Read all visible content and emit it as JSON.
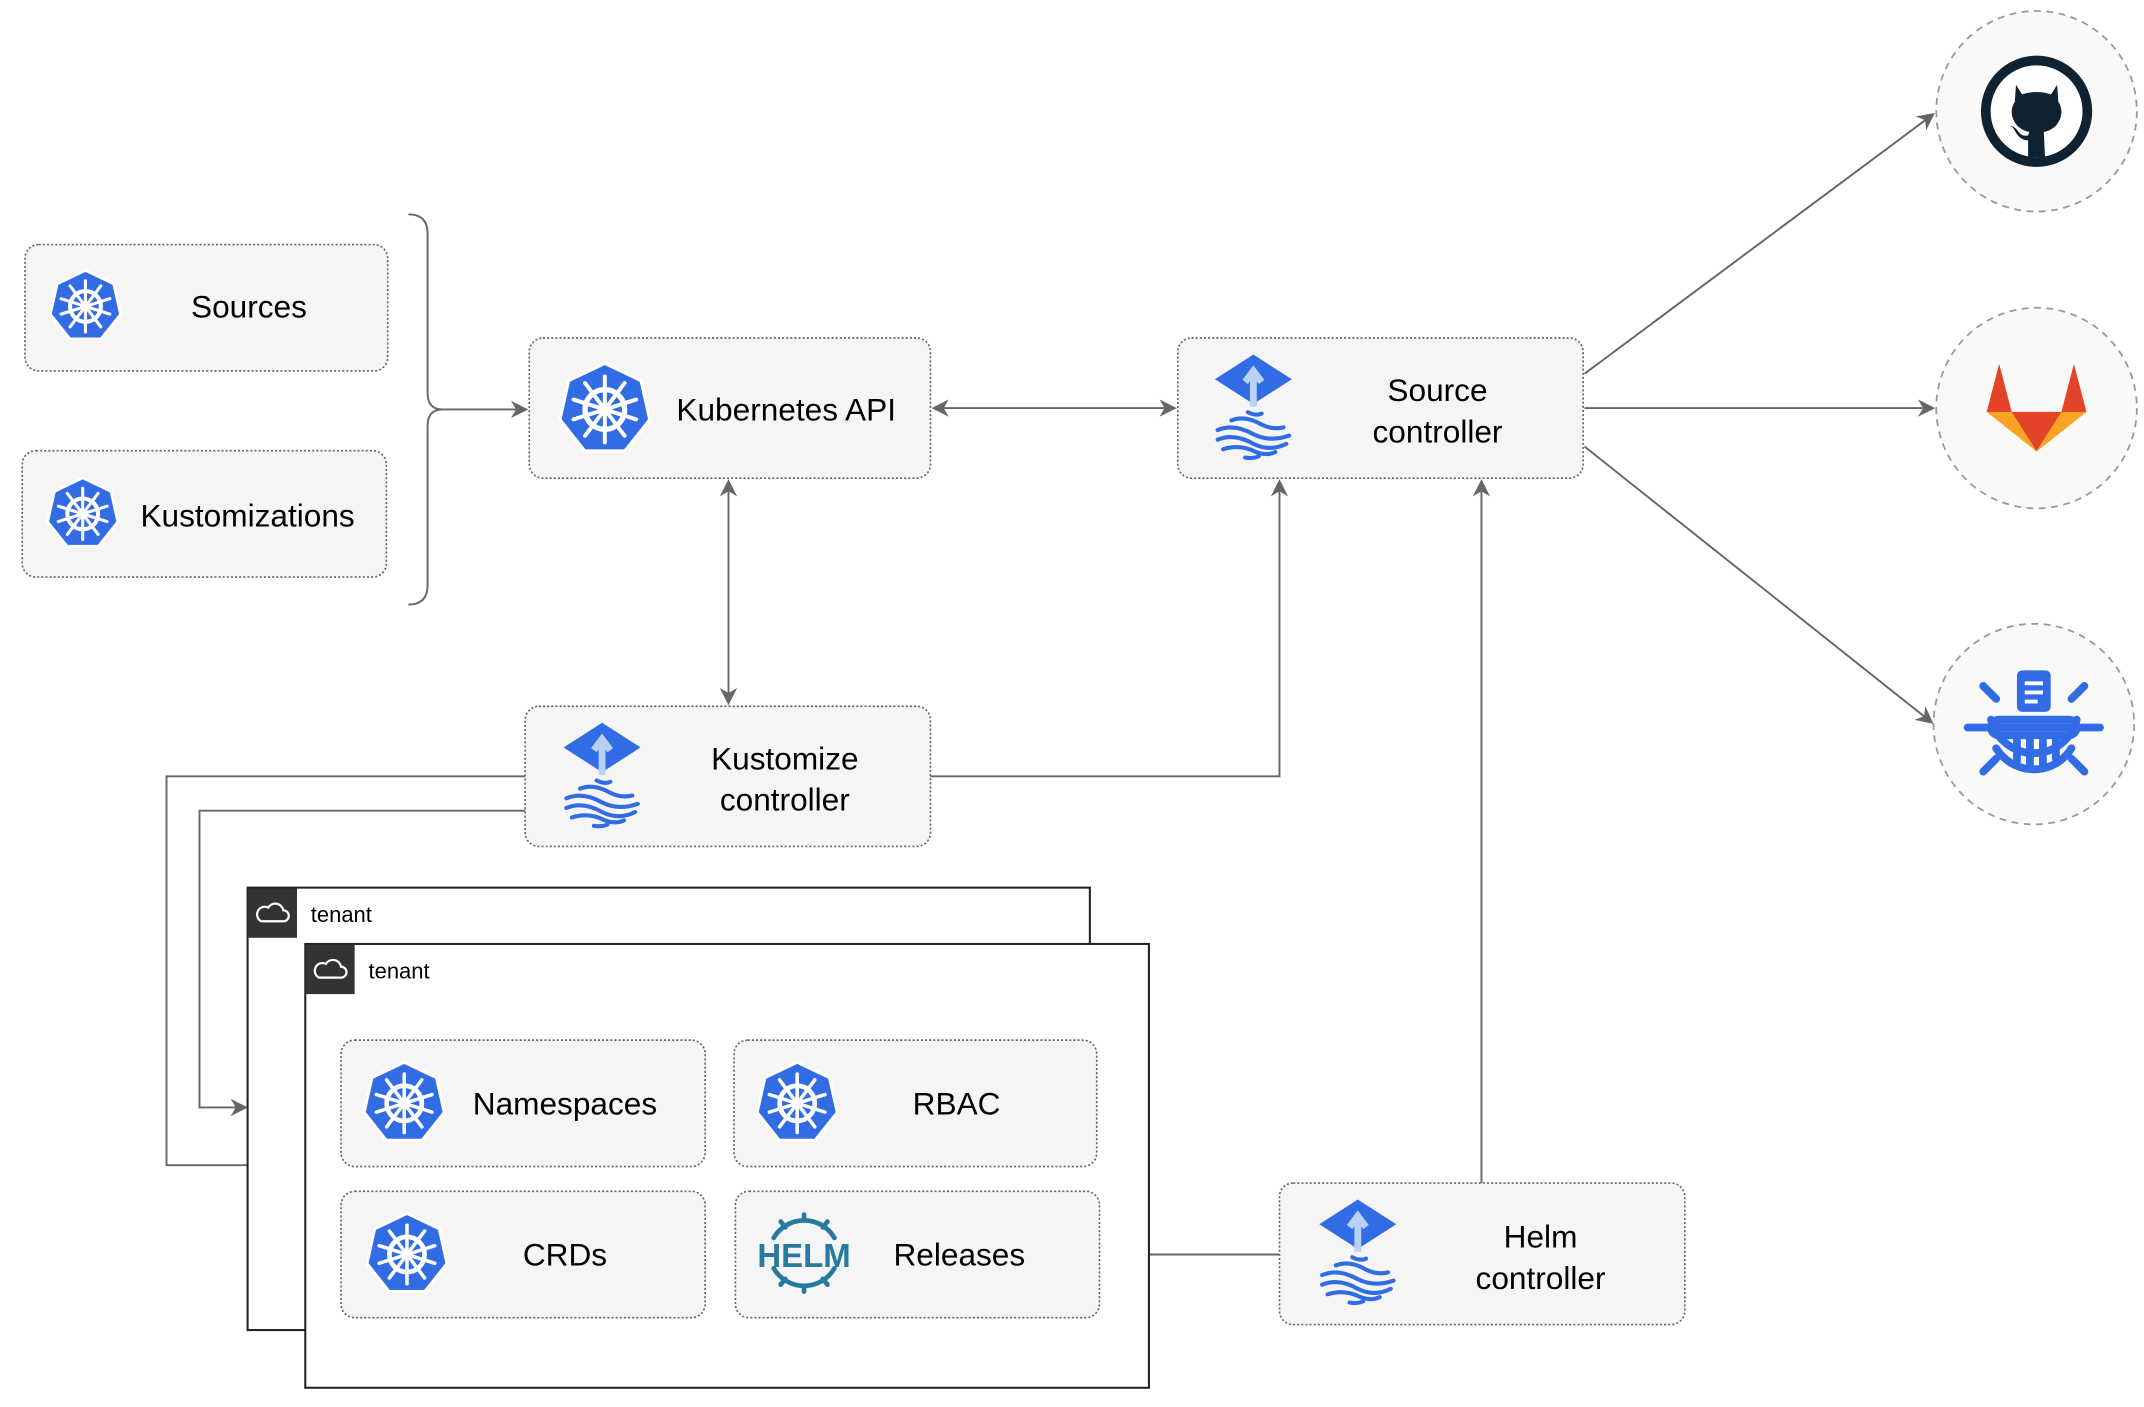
{
  "nodes": {
    "sources": "Sources",
    "kustomizations": "Kustomizations",
    "kubernetes_api": "Kubernetes API",
    "source_controller": [
      "Source",
      "controller"
    ],
    "kustomize_controller": [
      "Kustomize",
      "controller"
    ],
    "helm_controller": [
      "Helm",
      "controller"
    ],
    "namespaces": "Namespaces",
    "rbac": "RBAC",
    "crds": "CRDs",
    "releases": "Releases"
  },
  "tenants": [
    "tenant",
    "tenant"
  ],
  "icons": {
    "kubernetes": "kubernetes-icon",
    "flux": "flux-icon",
    "helm": "helm-icon",
    "helm_wordmark": "HELM",
    "github": "github-icon",
    "gitlab": "gitlab-icon",
    "bucket": "bucket-icon",
    "cloud": "cloud-icon"
  },
  "colors": {
    "kubernetes_blue": "#326ce5",
    "helm_blue": "#277a9f",
    "github_dark": "#0f2231",
    "gitlab_orange": "#e24329",
    "node_fill": "#f5f5f5",
    "edge": "#666666"
  }
}
